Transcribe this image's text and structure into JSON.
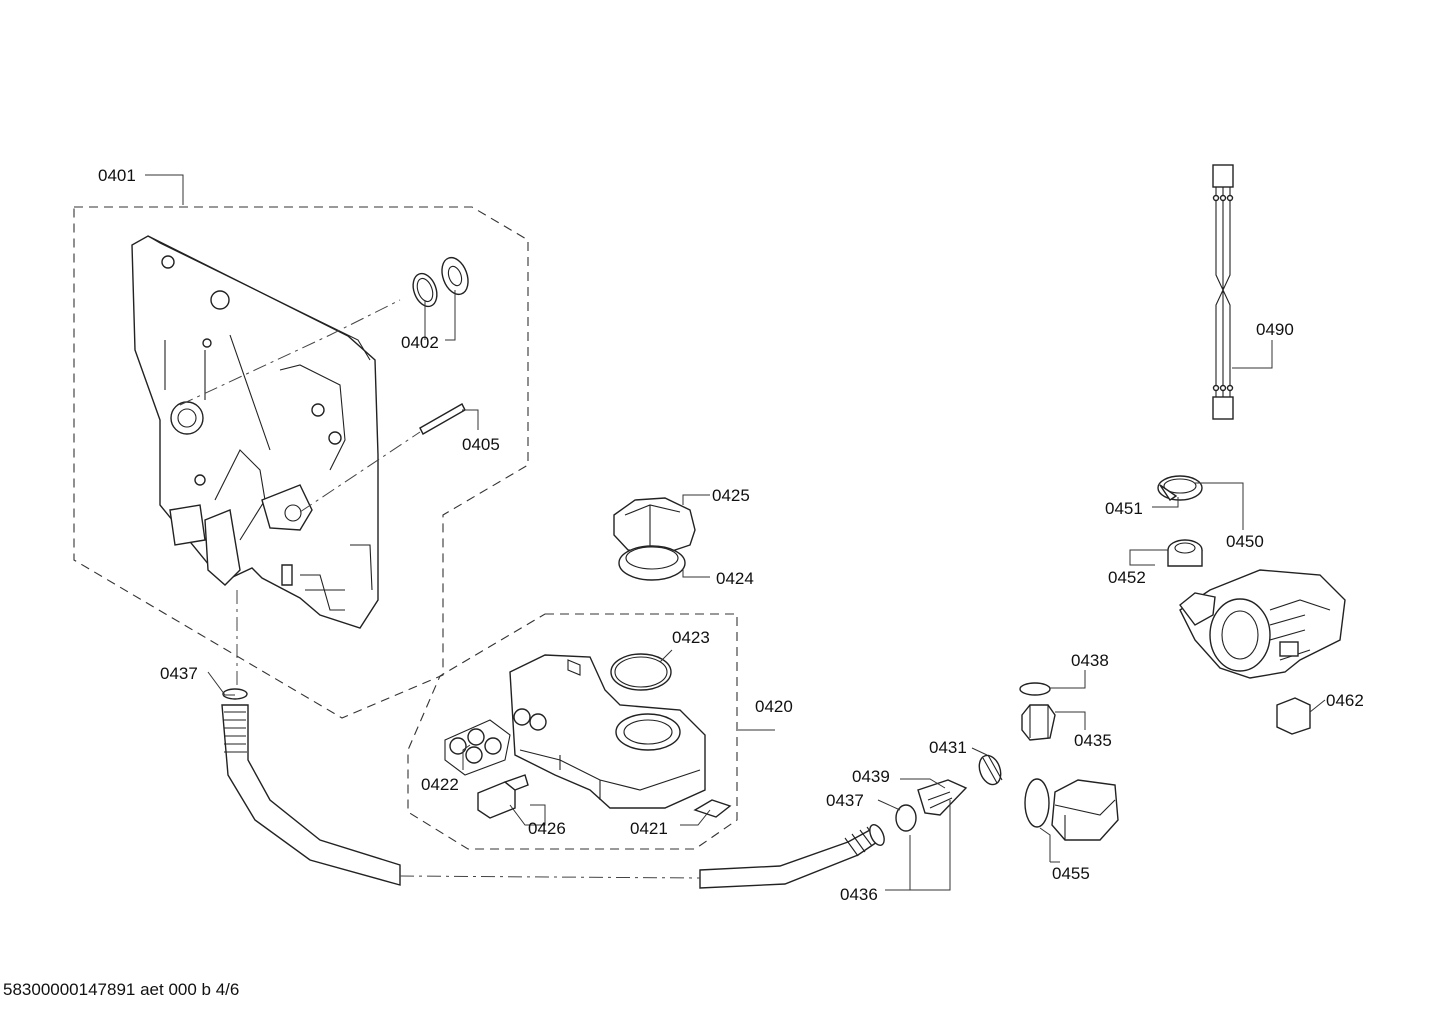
{
  "diagram": {
    "labels": {
      "p0401": "0401",
      "p0402": "0402",
      "p0405": "0405",
      "p0437a": "0437",
      "p0425": "0425",
      "p0424": "0424",
      "p0423": "0423",
      "p0420": "0420",
      "p0422": "0422",
      "p0426": "0426",
      "p0421": "0421",
      "p0490": "0490",
      "p0451": "0451",
      "p0450": "0450",
      "p0452": "0452",
      "p0462": "0462",
      "p0438": "0438",
      "p0435": "0435",
      "p0431": "0431",
      "p0439": "0439",
      "p0437b": "0437",
      "p0436": "0436",
      "p0455": "0455"
    }
  },
  "footer": {
    "text": "58300000147891 aet 000 b 4/6"
  }
}
